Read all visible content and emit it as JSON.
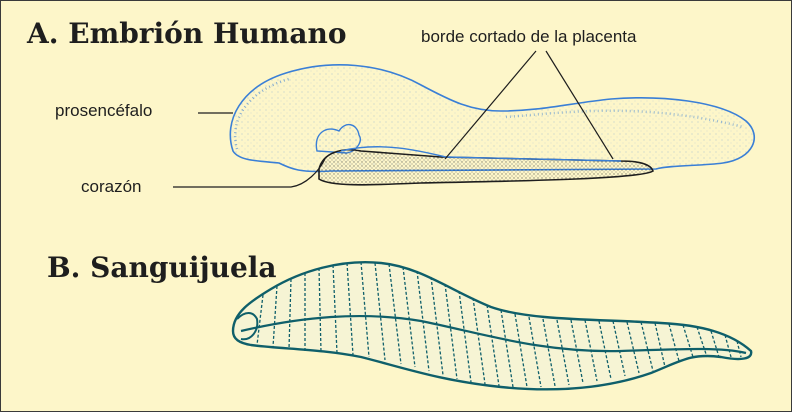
{
  "panel_a": {
    "title": "A. Embrión Humano",
    "labels": {
      "placenta_edge": "borde cortado de la placenta",
      "forebrain": "prosencéfalo",
      "heart": "corazón"
    }
  },
  "panel_b": {
    "title": "B. Sanguijuela"
  },
  "colors": {
    "background": "#fdf6c9",
    "embryo_outline": "#3a7fd6",
    "leech_ink": "#0f5f6a",
    "text": "#1e1e1e"
  }
}
